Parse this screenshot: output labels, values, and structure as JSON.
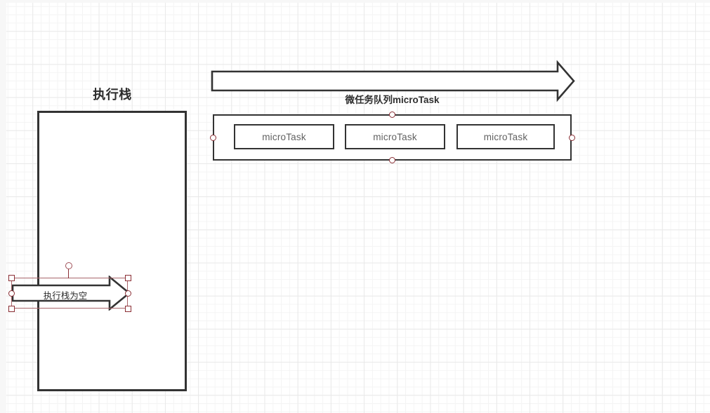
{
  "canvas": {
    "grid_color_minor": "#f4f4f4",
    "grid_color_major": "#e9e9e9",
    "background": "#ffffff"
  },
  "execution_stack": {
    "title": "执行栈",
    "box_stroke": "#333333"
  },
  "micro_queue": {
    "label": "微任务队列microTask",
    "arrow_name": "right-block-arrow",
    "container_stroke": "#333333",
    "items": [
      {
        "label": "microTask"
      },
      {
        "label": "microTask"
      },
      {
        "label": "microTask"
      }
    ],
    "connection_points": [
      {
        "name": "connection-point-left"
      },
      {
        "name": "connection-point-right"
      },
      {
        "name": "connection-point-top"
      },
      {
        "name": "connection-point-bottom"
      }
    ]
  },
  "selected_shape": {
    "text": "执行栈为空",
    "type": "block-arrow",
    "selected": true,
    "selection_color": "#8b2f35",
    "handles": [
      "handle-top-left",
      "handle-top-right",
      "handle-bottom-left",
      "handle-bottom-right",
      "handle-middle-left",
      "handle-middle-right",
      "handle-rotate"
    ]
  }
}
